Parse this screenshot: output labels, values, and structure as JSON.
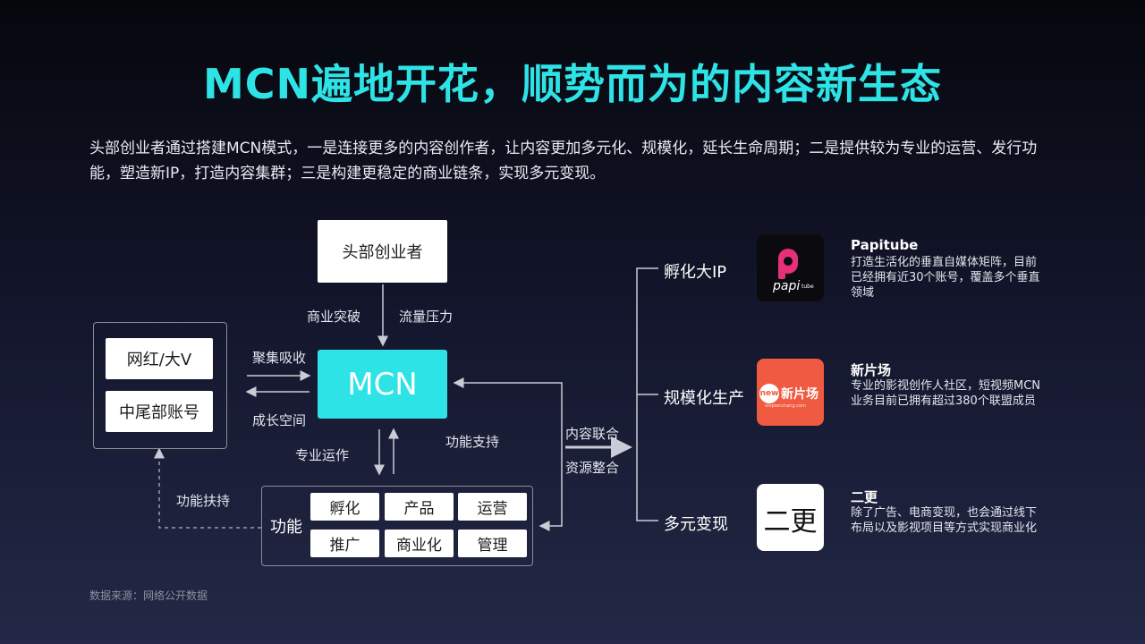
{
  "title": "MCN遍地开花，顺势而为的内容新生态",
  "intro": "头部创业者通过搭建MCN模式，一是连接更多的内容创作者，让内容更加多元化、规模化，延长生命周期；二是提供较为专业的运营、发行功能，塑造新IP，打造内容集群；三是构建更稳定的商业链条，实现多元变现。",
  "diagram": {
    "founder": "头部创业者",
    "mcn": "MCN",
    "creators": [
      "网红/大V",
      "中尾部账号"
    ],
    "labels": {
      "business_breakthrough": "商业突破",
      "traffic_pressure": "流量压力",
      "gather_absorb": "聚集吸收",
      "growth_space": "成长空间",
      "professional_ops": "专业运作",
      "function_support": "功能支持",
      "function_assist": "功能扶持",
      "content_union": "内容联合",
      "resource_integration": "资源整合"
    },
    "functions": {
      "label": "功能",
      "cells": [
        "孵化",
        "产品",
        "运营",
        "推广",
        "商业化",
        "管理"
      ]
    },
    "outcomes": [
      {
        "category": "孵化大IP",
        "name": "Papitube",
        "desc": "打造生活化的垂直自媒体矩阵，目前已经拥有近30个账号，覆盖多个垂直领域",
        "logo_text": "papi",
        "logo_sub": "tube"
      },
      {
        "category": "规模化生产",
        "name": "新片场",
        "desc": "专业的影视创作人社区，短视频MCN业务目前已拥有超过380个联盟成员",
        "logo_badge": "new",
        "logo_text": "新片场",
        "logo_sub": "xinpianchang.com"
      },
      {
        "category": "多元变现",
        "name": "二更",
        "desc": "除了广告、电商变现，也会通过线下布局以及影视项目等方式实现商业化",
        "logo_text": "二更"
      }
    ]
  },
  "source": "数据来源：网络公开数据",
  "colors": {
    "accent": "#2ee3e6",
    "papi_bg": "#0b0b0f",
    "papi_pink": "#e8307a",
    "xinpianchang": "#ef5a40"
  }
}
